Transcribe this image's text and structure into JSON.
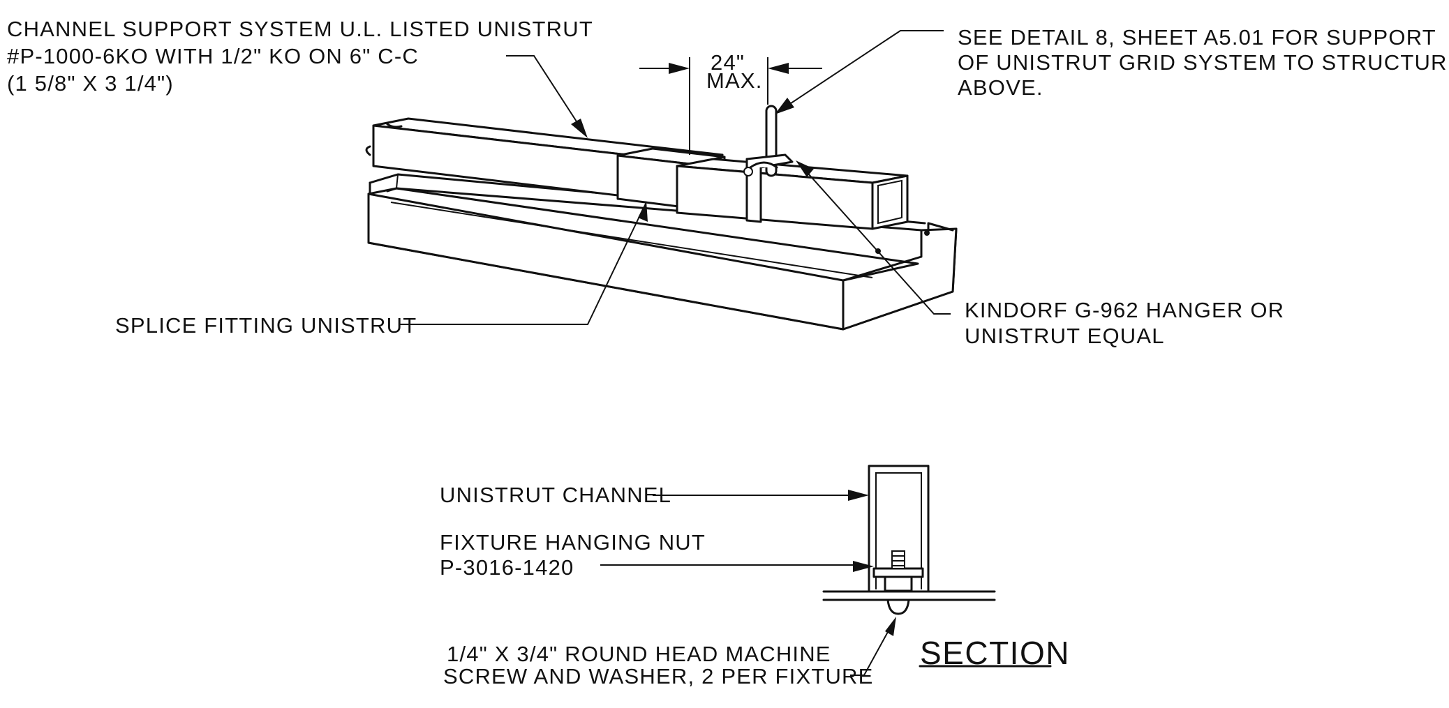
{
  "labels": {
    "channel_support": {
      "line1": "CHANNEL SUPPORT SYSTEM U.L. LISTED UNISTRUT",
      "line2": "#P-1000-6KO WITH 1/2\" KO ON 6\" C-C",
      "line3": "(1 5/8\" X 3 1/4\")"
    },
    "dimension": {
      "value": "24\"",
      "qualifier": "MAX."
    },
    "see_detail": {
      "line1": "SEE DETAIL 8, SHEET A5.01 FOR SUPPORT",
      "line2": "OF UNISTRUT GRID SYSTEM TO STRUCTURE",
      "line3": "ABOVE."
    },
    "splice_fitting": "SPLICE FITTING UNISTRUT",
    "hanger": {
      "line1": "KINDORF G-962 HANGER OR",
      "line2": "UNISTRUT EQUAL"
    },
    "unistrut_channel": "UNISTRUT CHANNEL",
    "hanging_nut": {
      "line1": "FIXTURE HANGING NUT",
      "line2": "P-3016-1420"
    },
    "screw": {
      "line1": "1/4\" X 3/4\" ROUND HEAD MACHINE",
      "line2": "SCREW AND WASHER, 2 PER FIXTURE"
    },
    "section_title": "SECTION"
  },
  "colors": {
    "ink": "#111111",
    "paper": "#ffffff"
  }
}
